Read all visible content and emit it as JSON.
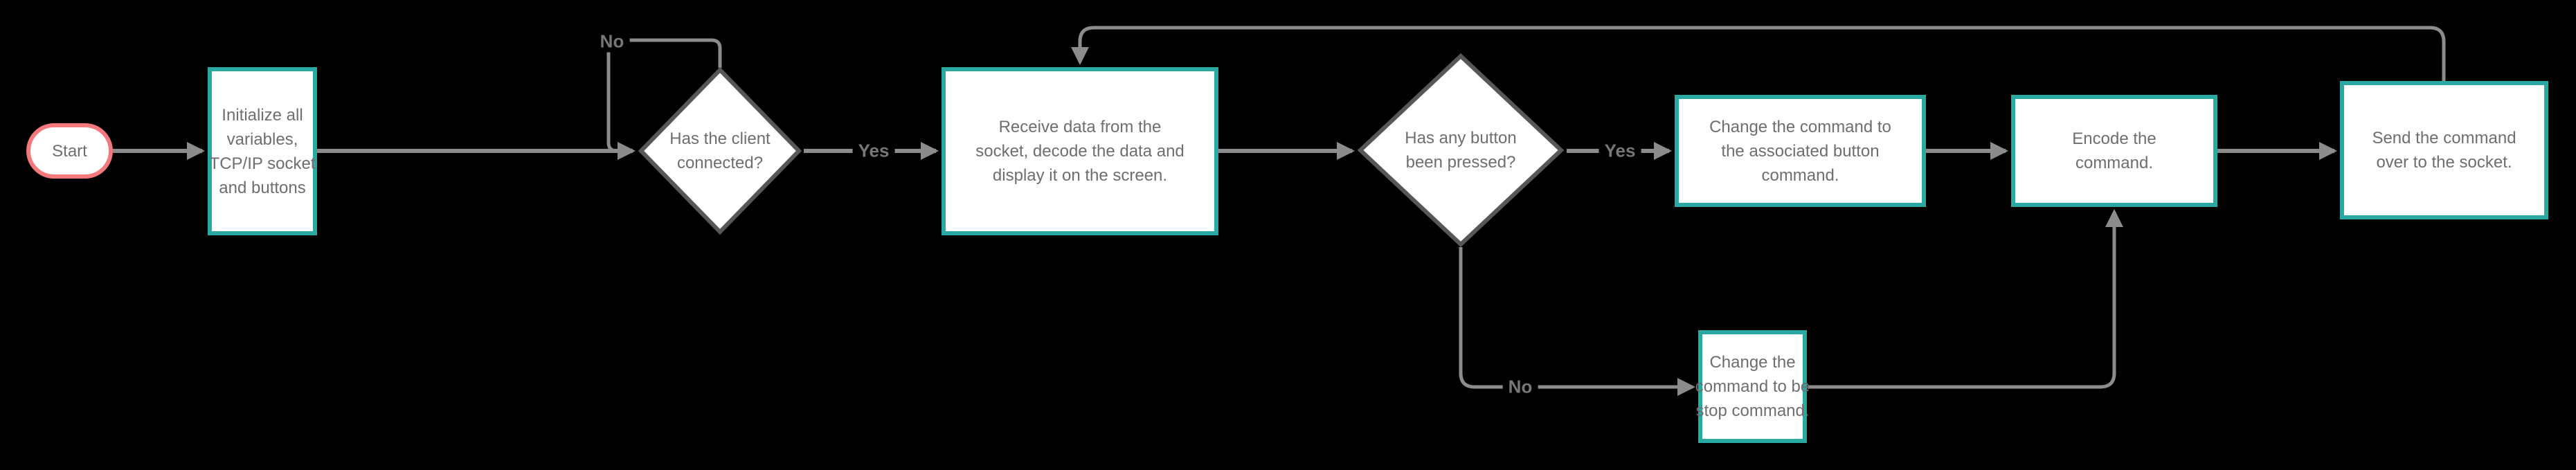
{
  "diagram": {
    "type": "flowchart",
    "background_color": "#000000",
    "node_fill": "#ffffff",
    "connector_color": "#8c8c8c",
    "text_color": "#6e6e6e",
    "process_border_color": "#2aa8a2",
    "terminator_border_color": "#f4797c",
    "decision_border_color": "#575757",
    "nodes": {
      "start": {
        "shape": "terminator",
        "label": "Start",
        "lines": [
          "Start"
        ]
      },
      "init": {
        "shape": "process",
        "label": "Initialize all variables, TCP/IP socket and buttons",
        "lines": [
          "Initialize all",
          "variables,",
          "TCP/IP socket",
          "and buttons"
        ]
      },
      "client_connected": {
        "shape": "decision",
        "label": "Has the client connected?",
        "lines": [
          "Has the client",
          "connected?"
        ]
      },
      "receive": {
        "shape": "process",
        "label": "Receive data from the socket, decode the data and display it on the screen.",
        "lines": [
          "Receive data from the",
          "socket, decode the data and",
          "display it on the screen."
        ]
      },
      "button_pressed": {
        "shape": "decision",
        "label": "Has any button been pressed?",
        "lines": [
          "Has any button",
          "been pressed?"
        ]
      },
      "change_button_command": {
        "shape": "process",
        "label": "Change the command to the associated button command.",
        "lines": [
          "Change the command to",
          "the associated button",
          "command."
        ]
      },
      "encode": {
        "shape": "process",
        "label": "Encode the command.",
        "lines": [
          "Encode the",
          "command."
        ]
      },
      "send": {
        "shape": "process",
        "label": "Send the command over to the socket.",
        "lines": [
          "Send the command",
          "over to the socket."
        ]
      },
      "stop_command": {
        "shape": "process",
        "label": "Change the command to be stop command.",
        "lines": [
          "Change the",
          "command to be",
          "stop command."
        ]
      }
    },
    "edges": {
      "client_no_label": "No",
      "client_yes_label": "Yes",
      "button_yes_label": "Yes",
      "button_no_label": "No"
    }
  }
}
